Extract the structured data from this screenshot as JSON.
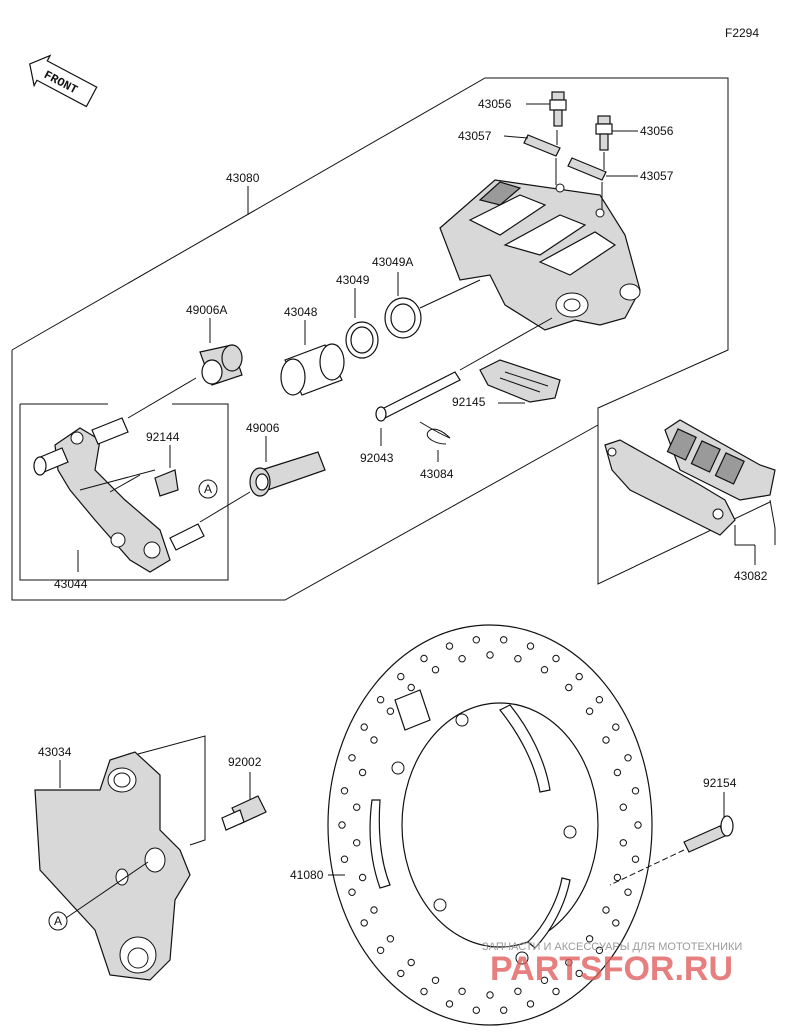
{
  "diagram_code": "F2294",
  "front_label": "FRONT",
  "callout_A": "A",
  "parts": {
    "p43080": "43080",
    "p43056_a": "43056",
    "p43056_b": "43056",
    "p43057_a": "43057",
    "p43057_b": "43057",
    "p43049A": "43049A",
    "p43049": "43049",
    "p43048": "43048",
    "p49006A": "49006A",
    "p92144": "92144",
    "p49006": "49006",
    "p92145": "92145",
    "p92043": "92043",
    "p43084": "43084",
    "p43044": "43044",
    "p43082": "43082",
    "p43034": "43034",
    "p92002": "92002",
    "p41080": "41080",
    "p92154": "92154"
  },
  "watermark": {
    "line1": "ЗАПЧАСТИ И АКСЕССУАРЫ ДЛЯ МОТОТЕХНИКИ",
    "line2": "PARTSFOR.RU"
  }
}
